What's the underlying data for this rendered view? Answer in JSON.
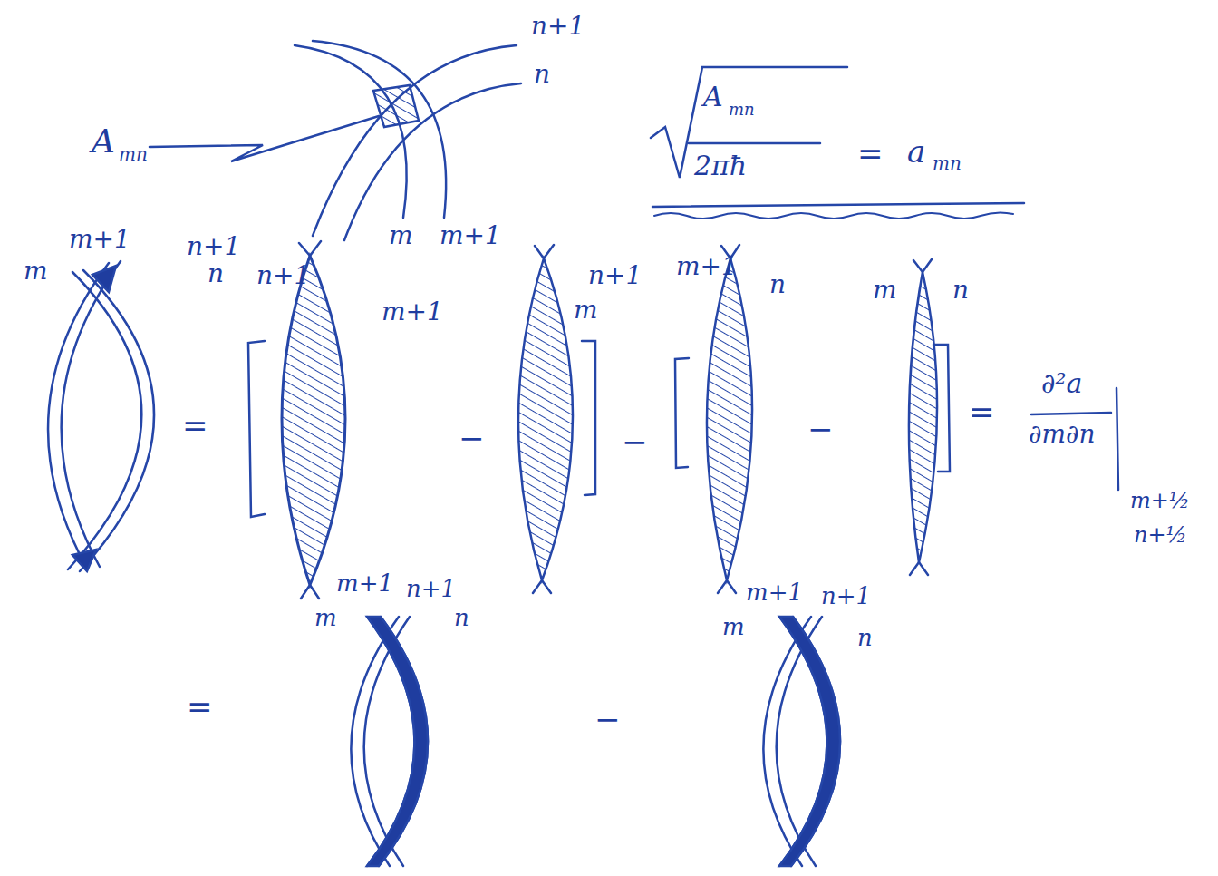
{
  "diagram": {
    "labels": [
      "n+1",
      "n",
      "A",
      "mn",
      "A",
      "mn",
      "2πħ",
      "=",
      "a",
      "mn",
      "m",
      "m+1",
      "m",
      "m+1",
      "n+1",
      "n",
      "n+1",
      "m+1",
      "n+1",
      "m",
      "m+1",
      "n",
      "m",
      "n",
      "=",
      "−",
      "−",
      "−",
      "=",
      "∂²a",
      "∂m∂n",
      "m+½",
      "n+½",
      "=",
      "m+1",
      "n+1",
      "m",
      "n",
      "−",
      "m+1",
      "n+1",
      "m",
      "n"
    ]
  }
}
